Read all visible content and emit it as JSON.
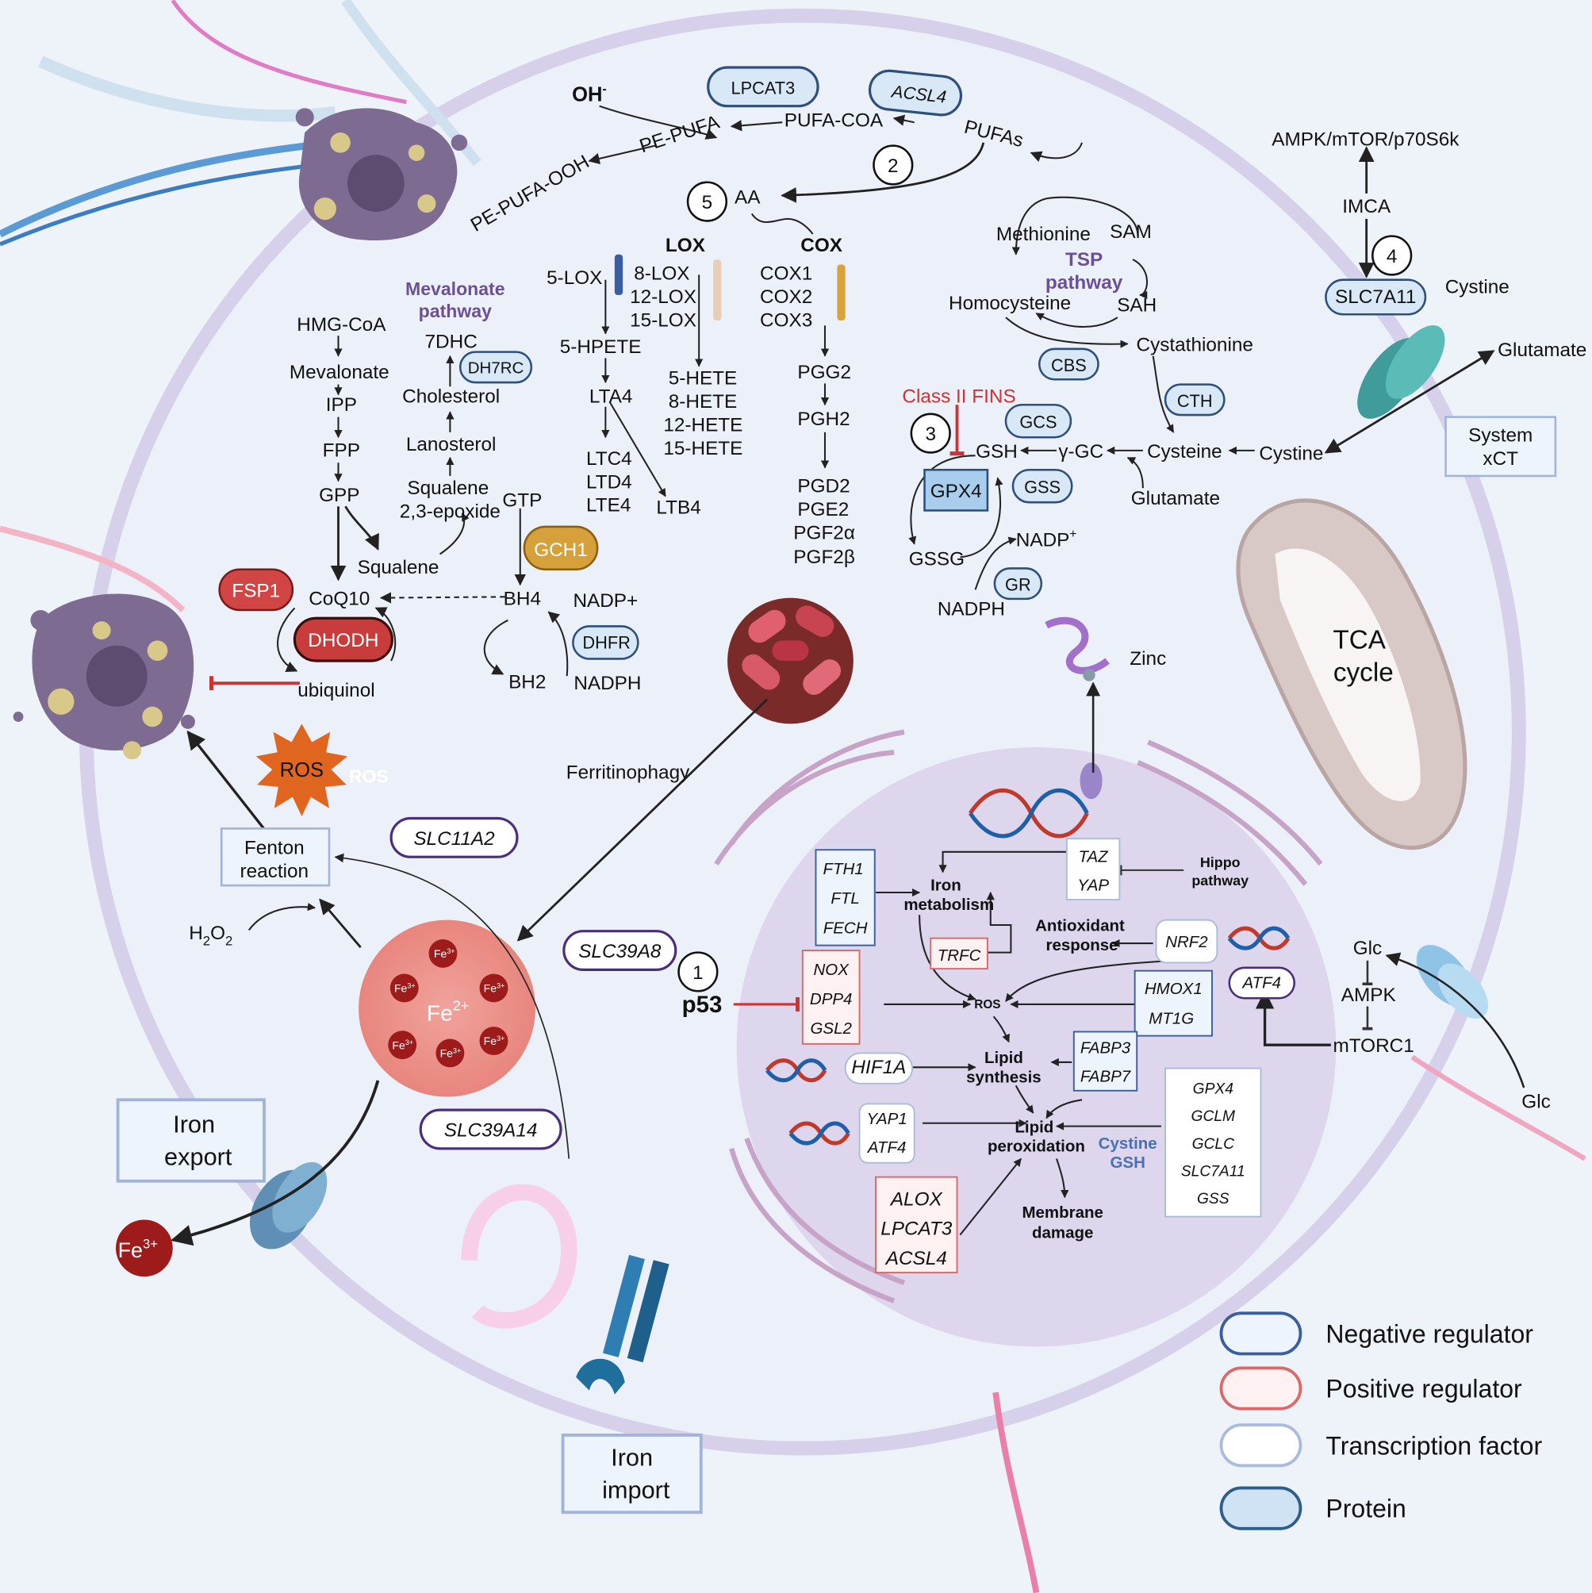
{
  "lipid": {
    "oh": "OH",
    "oh_sup": "-",
    "lpcat3": "LPCAT3",
    "acsl4": "ACSL4",
    "pe_pufa": "PE-PUFA",
    "pufa_coa": "PUFA-COA",
    "pufas": "PUFAs",
    "pe_pufa_ooh": "PE-PUFA-OOH",
    "n2": "2",
    "n5": "5",
    "aa": "AA",
    "lox": "LOX",
    "cox": "COX"
  },
  "lox": {
    "five_lox": "5-LOX",
    "eight_lox": "8-LOX",
    "twelve_lox": "12-LOX",
    "fifteen_lox": "15-LOX",
    "five_hpete": "5-HPETE",
    "lta4": "LTA4",
    "ltc4": "LTC4",
    "ltd4": "LTD4",
    "lte4": "LTE4",
    "ltb4": "LTB4",
    "hetes": [
      "5-HETE",
      "8-HETE",
      "12-HETE",
      "15-HETE"
    ]
  },
  "cox": {
    "isoforms": [
      "COX1",
      "COX2",
      "COX3"
    ],
    "pgg2": "PGG2",
    "pgh2": "PGH2",
    "products": [
      "PGD2",
      "PGE2",
      "PGF2α",
      "PGF2β"
    ]
  },
  "mevalonate": {
    "title1": "Mevalonate",
    "title2": "pathway",
    "hmg_coa": "HMG-CoA",
    "mevalonate": "Mevalonate",
    "ipp": "IPP",
    "fpp": "FPP",
    "gpp": "GPP",
    "seven_dhc": "7DHC",
    "dh7rc": "DH7RC",
    "cholesterol": "Cholesterol",
    "lanosterol": "Lanosterol",
    "squalene_epoxide1": "Squalene",
    "squalene_epoxide2": "2,3-epoxide",
    "squalene": "Squalene",
    "gtp": "GTP",
    "gch1": "GCH1",
    "fsp1": "FSP1",
    "coq10": "CoQ10",
    "dhodh": "DHODH",
    "ubiquinol": "ubiquinol",
    "bh4": "BH4",
    "bh2": "BH2",
    "nadp_plus": "NADP+",
    "nadph": "NADPH",
    "dhfr": "DHFR"
  },
  "tsp": {
    "methionine": "Methionine",
    "sam": "SAM",
    "title1": "TSP",
    "title2": "pathway",
    "homocysteine": "Homocysteine",
    "sah": "SAH",
    "cbs": "CBS",
    "cystathionine": "Cystathionine",
    "cth": "CTH",
    "class2_fins": "Class II FINS",
    "n3": "3",
    "gcs": "GCS",
    "gsh": "GSH",
    "gamma_gc": "γ-GC",
    "cysteine": "Cysteine",
    "cystine": "Cystine",
    "gpx4": "GPX4",
    "gss": "GSS",
    "glutamate": "Glutamate",
    "gssg": "GSSG",
    "nadp_plus": "NADP",
    "nadp_sup": "+",
    "gr": "GR",
    "nadph": "NADPH"
  },
  "xct": {
    "ampk_mtor": "AMPK/mTOR/p70S6k",
    "imca": "IMCA",
    "n4": "4",
    "slc7a11": "SLC7A11",
    "cystine": "Cystine",
    "glutamate": "Glutamate",
    "system1": "System",
    "system2": "xCT",
    "tca1": "TCA",
    "tca2": "cycle"
  },
  "iron": {
    "ros": "ROS",
    "ros_ghost": "ROS",
    "slc11a2": "SLC11A2",
    "ferritinophagy": "Ferritinophagy",
    "fenton1": "Fenton",
    "fenton2": "reaction",
    "h2o2_h": "H",
    "h2o2_2a": "2",
    "h2o2_o": "O",
    "h2o2_2b": "2",
    "slc39a8": "SLC39A8",
    "slc39a14": "SLC39A14",
    "fe3_small": "Fe",
    "fe3_sup": "3+",
    "fe2": "Fe",
    "fe2_sup": "2+",
    "export1": "Iron",
    "export2": "export",
    "fe3_out": "Fe",
    "fe3_out_sup": "3+",
    "import1": "Iron",
    "import2": "import"
  },
  "nucleus": {
    "zinc": "Zinc",
    "taz": "TAZ",
    "yap": "YAP",
    "hippo1": "Hippo",
    "hippo2": "pathway",
    "fth1": "FTH1",
    "ftl": "FTL",
    "fech": "FECH",
    "iron_met1": "Iron",
    "iron_met2": "metabolism",
    "trfc": "TRFC",
    "antiox1": "Antioxidant",
    "antiox2": "response",
    "nrf2": "NRF2",
    "atf4_tf": "ATF4",
    "n1": "1",
    "p53": "p53",
    "nox": "NOX",
    "dpp4": "DPP4",
    "gsl2": "GSL2",
    "ros": "ROS",
    "hmox1": "HMOX1",
    "mt1g": "MT1G",
    "hif1a": "HIF1A",
    "lipid_syn1": "Lipid",
    "lipid_syn2": "synthesis",
    "fabp3": "FABP3",
    "fabp7": "FABP7",
    "yap1": "YAP1",
    "atf4": "ATF4",
    "lipid_perox1": "Lipid",
    "lipid_perox2": "peroxidation",
    "cystine_gsh1": "Cystine",
    "cystine_gsh2": "GSH",
    "gsh_genes": [
      "GPX4",
      "GCLM",
      "GCLC",
      "SLC7A11",
      "GSS"
    ],
    "alox": "ALOX",
    "lpcat3": "LPCAT3",
    "acsl4": "ACSL4",
    "membrane1": "Membrane",
    "membrane2": "damage",
    "glc_in": "Glc",
    "ampk": "AMPK",
    "mtorc1": "mTORC1",
    "glc_out": "Glc"
  },
  "legend": {
    "items": [
      {
        "label": "Negative regulator",
        "border": "#3a5f9e",
        "fill": "#eef4fc"
      },
      {
        "label": "Positive regulator",
        "border": "#d86a6a",
        "fill": "#fdf1f1"
      },
      {
        "label": "Transcription factor",
        "border": "#a9bddb",
        "fill": "#ffffff"
      },
      {
        "label": "Protein",
        "border": "#2e5f8c",
        "fill": "#cfe3f5"
      }
    ]
  },
  "colors": {
    "background": "#eef3fa",
    "cell_ring": "#d6d0ea",
    "nucleus": "#ddd6ec",
    "protein_fill": "#d8e8f7",
    "protein_border": "#2d4f7c",
    "inhibit": "#cc3333",
    "pathway_title": "#6b5096",
    "gsh_label": "#4a6fb5"
  },
  "icons": [
    "dna-helix",
    "lox-enzyme",
    "cox-enzyme",
    "ferritin-cluster",
    "ros-star",
    "iron-channel",
    "transferrin-receptor",
    "glucose-transporter",
    "xct-transporter",
    "mitochondrion",
    "zinc-finger",
    "ferroptotic-cell"
  ]
}
